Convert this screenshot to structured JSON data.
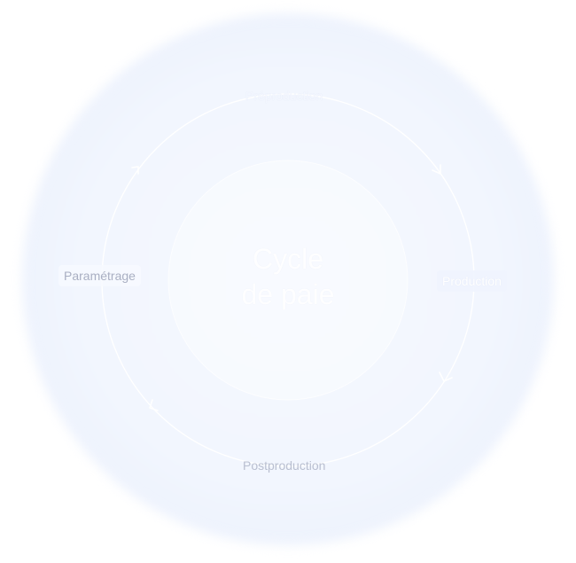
{
  "diagram": {
    "center_title_line1": "Cycle",
    "center_title_line2": "de paie",
    "stages": {
      "preproduction": "Préproduction",
      "production": "Production",
      "postproduction": "Postproduction",
      "parametrage": "Paramétrage"
    }
  },
  "colors": {
    "halo": "#eef3fd",
    "ring": "#ffffff",
    "label_muted": "#b9bfd0",
    "label_white": "#ffffff"
  }
}
